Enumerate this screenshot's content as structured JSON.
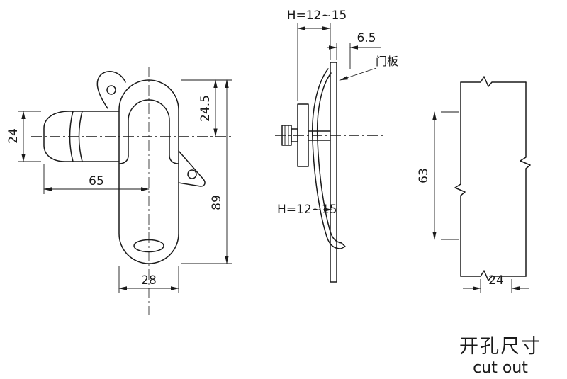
{
  "drawing_title": "latch lock technical drawing",
  "colors": {
    "line": "#1a1a1a",
    "background": "#ffffff"
  },
  "views": {
    "front": {
      "dim_handle_height": "24",
      "dim_handle_length": "65",
      "dim_body_width": "28",
      "dim_top_to_center": "24.5",
      "dim_body_height": "89"
    },
    "side": {
      "dim_grip_top": "H=12~15",
      "dim_offset": "6.5",
      "label_door_panel": "门板",
      "dim_grip_mid": "H=12~15"
    },
    "cutout": {
      "dim_height": "63",
      "dim_width": "24",
      "caption_cn": "开孔尺寸",
      "caption_en": "cut out"
    }
  }
}
